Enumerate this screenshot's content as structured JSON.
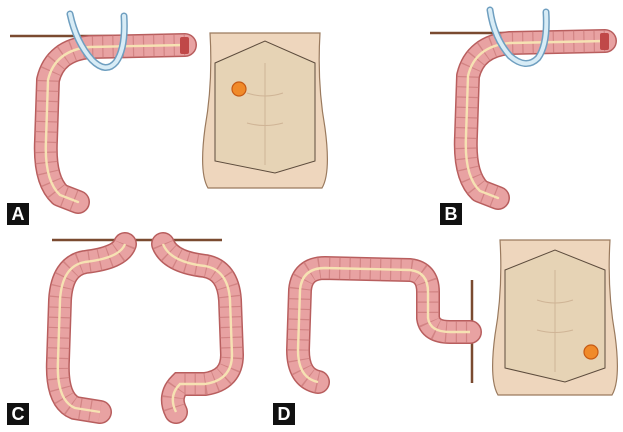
{
  "panels": [
    {
      "label": "A"
    },
    {
      "label": "B"
    },
    {
      "label": "C"
    },
    {
      "label": "D"
    }
  ],
  "colors": {
    "bowel_fill": "#e8a2a2",
    "bowel_stroke": "#b85e5e",
    "bowel_center": "#f6e2b3",
    "skin": "#eed6bd",
    "skin_stroke": "#9a7a5e",
    "drape": "#e6d3b5",
    "drape_stroke": "#5d4c3d",
    "wall_line": "#7a4a30",
    "tube_fill": "#d8ecf6",
    "tube_stroke": "#6f9fc0",
    "stoma": "#f08a2a",
    "stoma_stroke": "#c65a14"
  },
  "icons": [
    "colon",
    "abdominal-wall",
    "loop-rod-tube",
    "torso",
    "stoma-site-marker"
  ]
}
